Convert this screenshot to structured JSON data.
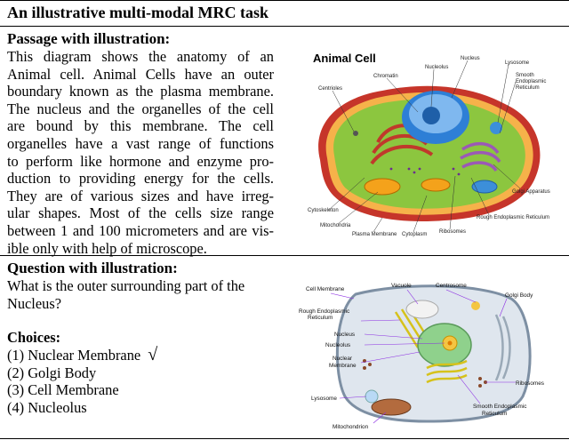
{
  "title": "An illustrative multi-modal MRC task",
  "passage": {
    "heading": "Passage with illustration:",
    "lines": [
      "This diagram shows the anatomy of an",
      "Animal cell.  Animal Cells have an outer",
      "boundary known as the plasma membrane.",
      "The nucleus and the organelles of the cell",
      "are bound by this membrane.  The cell",
      "organelles have a vast range of functions",
      "to perform like hormone and enzyme pro-",
      "duction to providing energy for the cells.",
      "They are of various sizes and have irreg-",
      "ular shapes.  Most of the cells size range",
      "between 1 and 100 micrometers and are vis-",
      "ible only with help of microscope."
    ],
    "figure": {
      "title": "Animal Cell",
      "labels": {
        "nucleolus": "Nucleolus",
        "nucleus": "Nucleus",
        "lysosome": "Lysosome",
        "smooth_er_1": "Smooth",
        "smooth_er_2": "Endoplasmic",
        "smooth_er_3": "Reticulum",
        "centrioles": "Centrioles",
        "chromatin": "Chromatin",
        "golgi": "Golgi Apparatus",
        "cytoskeleton": "Cytoskeleton",
        "mitochondria": "Mitochondria",
        "plasma_membrane": "Plasma Membrane",
        "cytoplasm": "Cytoplasm",
        "ribosomes": "Ribosomes",
        "rough_er": "Rough Endoplasmic Reticulum"
      }
    }
  },
  "question": {
    "heading": "Question with illustration:",
    "lines": [
      "What is the outer surrounding part of the",
      "Nucleus?"
    ],
    "choices_heading": "Choices:",
    "choices": [
      "(1) Nuclear Membrane",
      "(2) Golgi Body",
      "(3) Cell Membrane",
      "(4) Nucleolus"
    ],
    "correct_mark": "√",
    "figure": {
      "labels": {
        "cell_membrane": "Cell Membrane",
        "vacuole": "Vacuole",
        "centrosome": "Centrosome",
        "golgi_body": "Golgi Body",
        "rough_er_1": "Rough Endoplasmic",
        "rough_er_2": "Reticulum",
        "nucleus": "Nucleus",
        "nucleolus": "Nucleolus",
        "nuclear_membrane_1": "Nuclear",
        "nuclear_membrane_2": "Membrane",
        "ribosomes": "Ribosomes",
        "lysosome": "Lysosome",
        "smooth_er_1": "Smooth Endoplasmic",
        "smooth_er_2": "Reticulum",
        "mitochondrion": "Mitochondrion"
      }
    }
  }
}
